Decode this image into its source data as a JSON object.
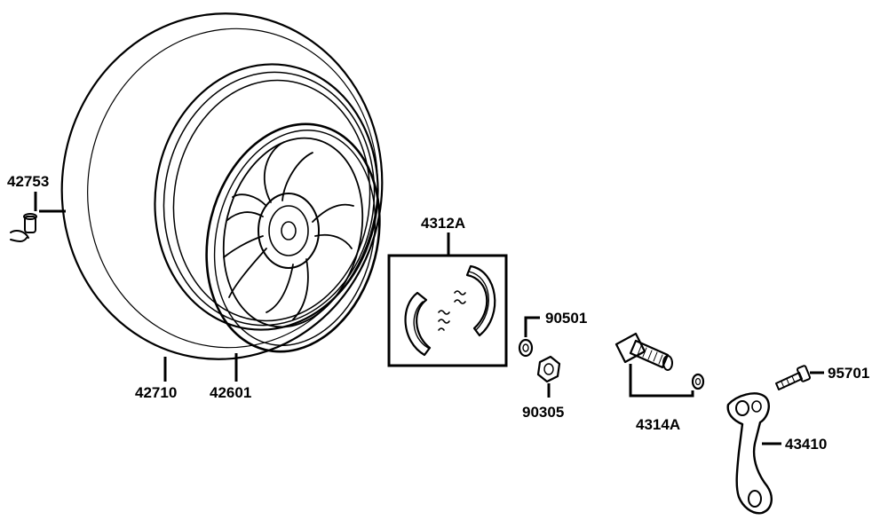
{
  "colors": {
    "ink": "#000000",
    "paper": "#ffffff",
    "shade": "#d9d9d9"
  },
  "parts": {
    "valve": "42753",
    "tire": "42710",
    "rim": "42601",
    "brake_shoe_set": "4312A",
    "washer": "90501",
    "nut": "90305",
    "cam_set": "4314A",
    "bolt": "95701",
    "brake_arm": "43410"
  }
}
